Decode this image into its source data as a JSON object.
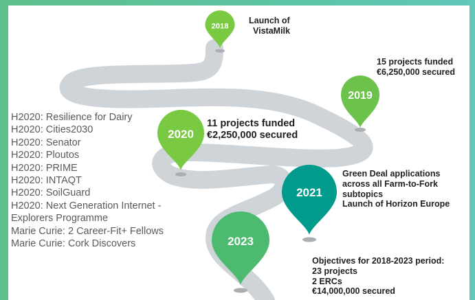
{
  "milestones": [
    {
      "year": "2018",
      "lines": [
        "Launch of",
        "VistaMilk"
      ],
      "color": "#7ac943"
    },
    {
      "year": "2019",
      "lines": [
        "15 projects funded",
        "€6,250,000 secured"
      ],
      "color": "#6cc24a"
    },
    {
      "year": "2020",
      "lines": [
        "11 projects funded",
        "€2,250,000 secured"
      ],
      "color": "#7ac943"
    },
    {
      "year": "2021",
      "lines": [
        "Green Deal applications",
        "across all Farm-to-Fork",
        "subtopics",
        "Launch of Horizon Europe"
      ],
      "color": "#009b8d"
    },
    {
      "year": "2023",
      "lines": [
        "Objectives for 2018-2023 period:",
        "23 projects",
        "2 ERCs",
        "€14,000,000 secured"
      ],
      "color": "#4cba6f"
    }
  ],
  "h2020_projects": [
    "H2020: Resilience for Dairy",
    "H2020: Cities2030",
    "H2020: Senator",
    "H2020: Ploutos",
    "H2020: PRIME",
    "H2020: INTAQT",
    "H2020: SoilGuard",
    "H2020: Next Generation Internet -",
    "Explorers Programme",
    "Marie Curie: 2 Career-Fit+ Fellows",
    "Marie Curie: Cork Discovers"
  ],
  "colors": {
    "road": "#cfd4d9",
    "road_edge": "#ffffff",
    "pin_shadow": "#a9aeb3"
  }
}
